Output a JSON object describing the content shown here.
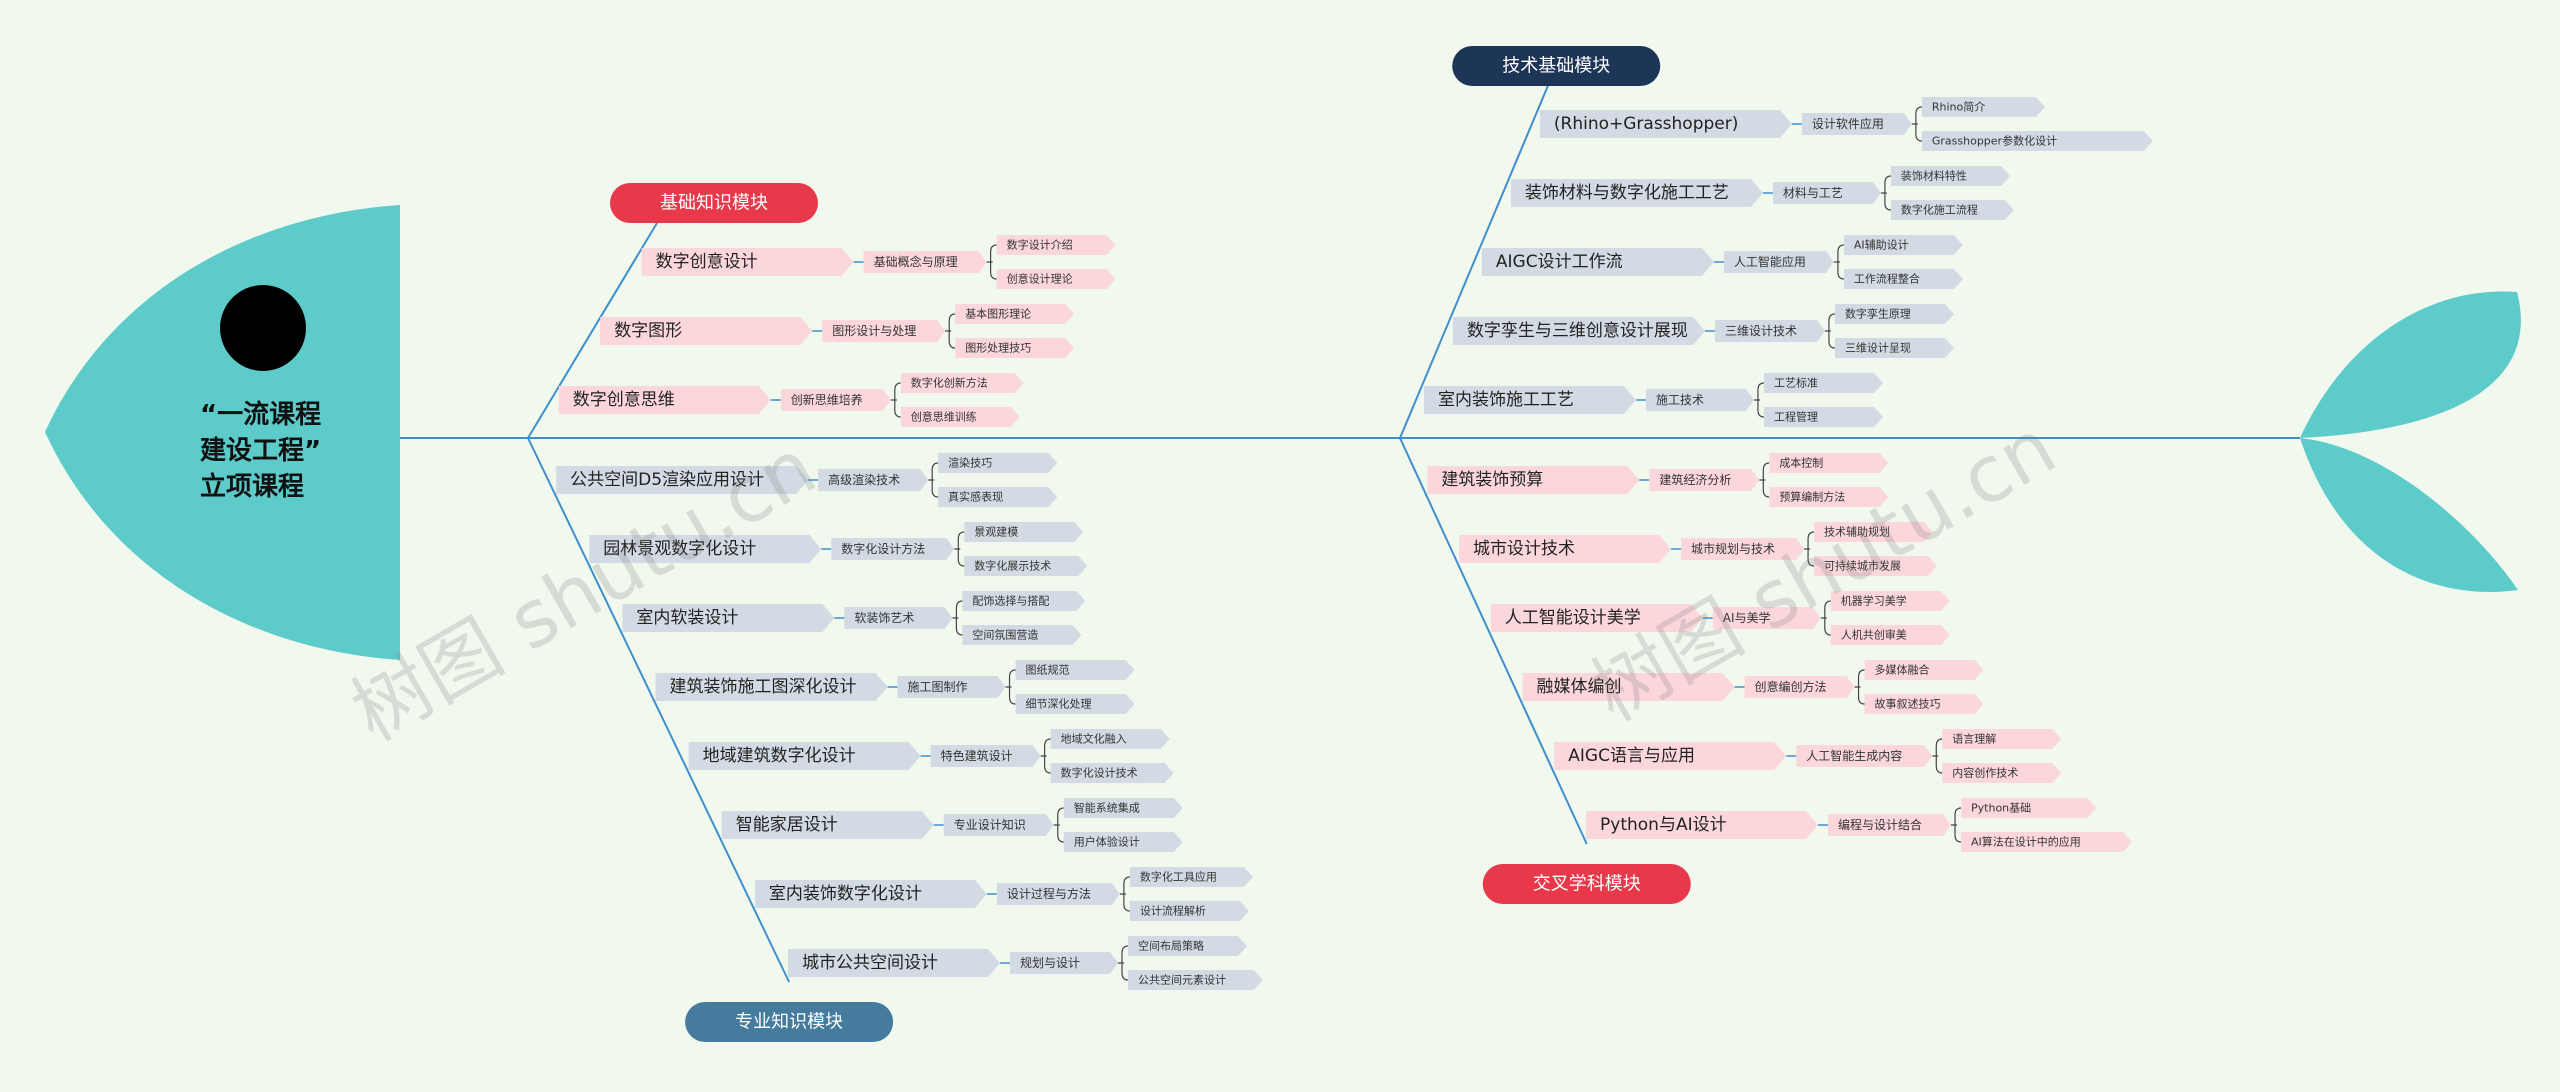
{
  "title": "“一流课程\n建设工程”\n立项课程",
  "watermark": "树图 shutu.cn",
  "colors": {
    "background": "#f1f9ef",
    "fish": "#5ecbcb",
    "spine": "#3f8fcc",
    "eye": "#000000",
    "red_header": "#e8394b",
    "navy_header": "#1d3557",
    "steel_header": "#457b9d",
    "pink_node": "#fbd7dc",
    "gray_node": "#d2dbe3"
  },
  "modules": [
    {
      "name": "基础知识模块",
      "style": "red",
      "nodes": [
        {
          "label": "数字创意设计",
          "method": "基础概念与原理",
          "leaves": [
            "数字设计介绍",
            "创意设计理论"
          ]
        },
        {
          "label": "数字图形",
          "method": "图形设计与处理",
          "leaves": [
            "基本图形理论",
            "图形处理技巧"
          ]
        },
        {
          "label": "数字创意思维",
          "method": "创新思维培养",
          "leaves": [
            "数字化创新方法",
            "创意思维训练"
          ]
        }
      ]
    },
    {
      "name": "专业知识模块",
      "style": "steel",
      "nodes": [
        {
          "label": "公共空间D5渲染应用设计",
          "method": "高级渲染技术",
          "leaves": [
            "渲染技巧",
            "真实感表现"
          ]
        },
        {
          "label": "园林景观数字化设计",
          "method": "数字化设计方法",
          "leaves": [
            "景观建模",
            "数字化展示技术"
          ]
        },
        {
          "label": "室内软装设计",
          "method": "软装饰艺术",
          "leaves": [
            "配饰选择与搭配",
            "空间氛围营造"
          ]
        },
        {
          "label": "建筑装饰施工图深化设计",
          "method": "施工图制作",
          "leaves": [
            "图纸规范",
            "细节深化处理"
          ]
        },
        {
          "label": "地域建筑数字化设计",
          "method": "特色建筑设计",
          "leaves": [
            "地域文化融入",
            "数字化设计技术"
          ]
        },
        {
          "label": "智能家居设计",
          "method": "专业设计知识",
          "leaves": [
            "智能系统集成",
            "用户体验设计"
          ]
        },
        {
          "label": "室内装饰数字化设计",
          "method": "设计过程与方法",
          "leaves": [
            "数字化工具应用",
            "设计流程解析"
          ]
        },
        {
          "label": "城市公共空间设计",
          "method": "规划与设计",
          "leaves": [
            "空间布局策略",
            "公共空间元素设计"
          ]
        }
      ]
    },
    {
      "name": "技术基础模块",
      "style": "navy",
      "nodes": [
        {
          "label": "(Rhino+Grasshopper)",
          "method": "设计软件应用",
          "leaves": [
            "Rhino简介",
            "Grasshopper参数化设计"
          ]
        },
        {
          "label": "装饰材料与数字化施工工艺",
          "method": "材料与工艺",
          "leaves": [
            "装饰材料特性",
            "数字化施工流程"
          ]
        },
        {
          "label": "AIGC设计工作流",
          "method": "人工智能应用",
          "leaves": [
            "AI辅助设计",
            "工作流程整合"
          ]
        },
        {
          "label": "数字孪生与三维创意设计展现",
          "method": "三维设计技术",
          "leaves": [
            "数字孪生原理",
            "三维设计呈现"
          ]
        },
        {
          "label": "室内装饰施工工艺",
          "method": "施工技术",
          "leaves": [
            "工艺标准",
            "工程管理"
          ]
        }
      ]
    },
    {
      "name": "交叉学科模块",
      "style": "red",
      "nodes": [
        {
          "label": "建筑装饰预算",
          "method": "建筑经济分析",
          "leaves": [
            "成本控制",
            "预算编制方法"
          ]
        },
        {
          "label": "城市设计技术",
          "method": "城市规划与技术",
          "leaves": [
            "技术辅助规划",
            "可持续城市发展"
          ]
        },
        {
          "label": "人工智能设计美学",
          "method": "AI与美学",
          "leaves": [
            "机器学习美学",
            "人机共创审美"
          ]
        },
        {
          "label": "融媒体编创",
          "method": "创意编创方法",
          "leaves": [
            "多媒体融合",
            "故事叙述技巧"
          ]
        },
        {
          "label": "AIGC语言与应用",
          "method": "人工智能生成内容",
          "leaves": [
            "语言理解",
            "内容创作技术"
          ]
        },
        {
          "label": "Python与AI设计",
          "method": "编程与设计结合",
          "leaves": [
            "Python基础",
            "AI算法在设计中的应用"
          ]
        }
      ]
    }
  ]
}
